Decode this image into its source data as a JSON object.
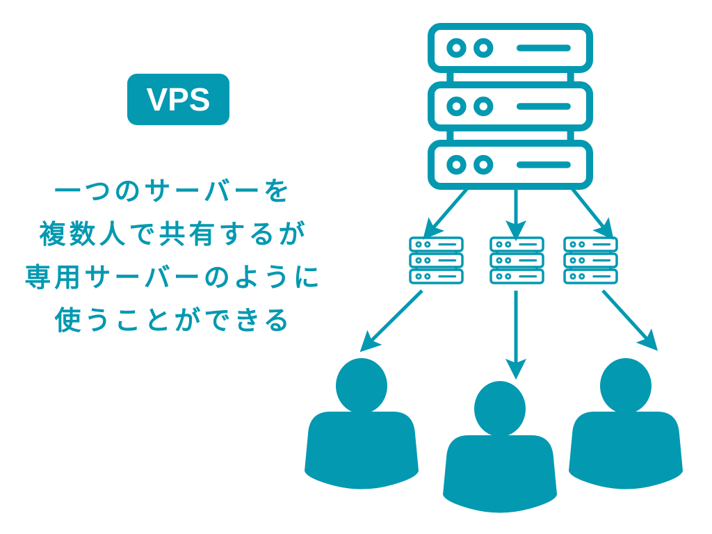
{
  "badge": {
    "label": "VPS"
  },
  "caption": {
    "lines": [
      "一つのサーバーを",
      "複数人で共有するが",
      "専用サーバーのように",
      "使うことができる"
    ]
  },
  "colors": {
    "accent": "#0399b1",
    "background": "#ffffff"
  },
  "diagram": {
    "main_server": {
      "icon": "server-rack-icon",
      "units": 3
    },
    "virtual_servers": [
      {
        "icon": "server-rack-icon",
        "units": 3
      },
      {
        "icon": "server-rack-icon",
        "units": 3
      },
      {
        "icon": "server-rack-icon",
        "units": 3
      }
    ],
    "users": [
      {
        "icon": "user-icon"
      },
      {
        "icon": "user-icon"
      },
      {
        "icon": "user-icon"
      }
    ]
  }
}
